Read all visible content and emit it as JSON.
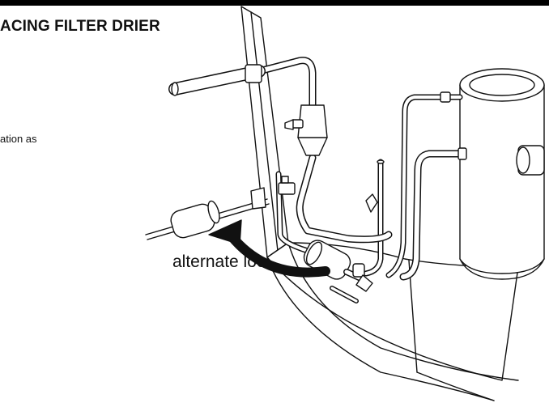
{
  "heading": "ACING FILTER DRIER",
  "body_fragment": "ation as",
  "callout_label": "alternate location",
  "colors": {
    "ink": "#111111",
    "fill": "#ffffff",
    "bar": "#000000"
  }
}
